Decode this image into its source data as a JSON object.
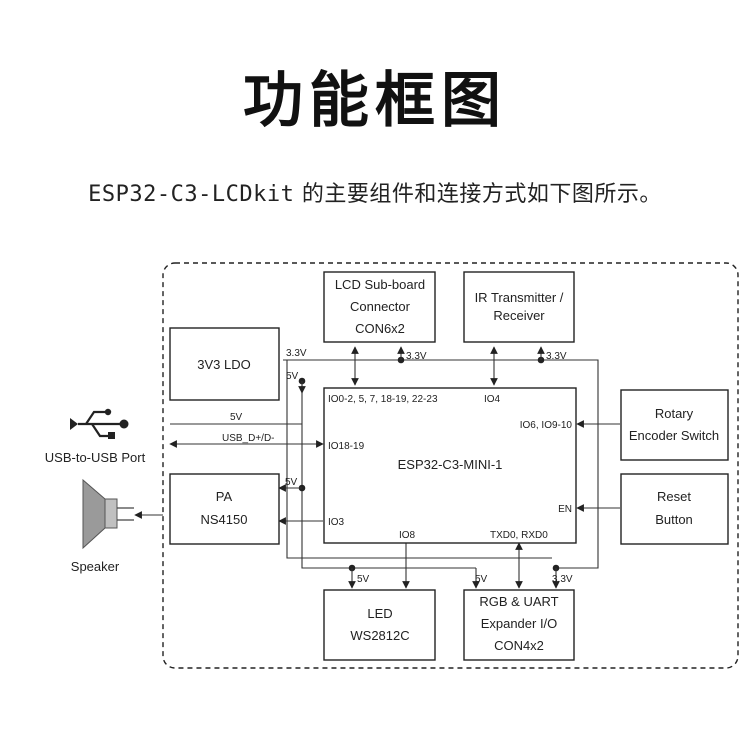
{
  "title": "功能框图",
  "subtitle": {
    "product": "ESP32-C3-LCDkit",
    "rest": " 的主要组件和连接方式如下图所示。"
  },
  "diagram": {
    "ldo": "3V3 LDO",
    "lcd": [
      "LCD Sub-board",
      "Connector",
      "CON6x2"
    ],
    "ir": [
      "IR Transmitter /",
      "Receiver"
    ],
    "mcu": "ESP32-C3-MINI-1",
    "rotary": [
      "Rotary",
      "Encoder Switch"
    ],
    "reset": [
      "Reset",
      "Button"
    ],
    "pa": [
      "PA",
      "NS4150"
    ],
    "led": [
      "LED",
      "WS2812C"
    ],
    "rgb": [
      "RGB & UART",
      "Expander I/O",
      "CON4x2"
    ],
    "usb_port": "USB-to-USB Port",
    "speaker": "Speaker",
    "pins": {
      "io_lcd": "IO0-2, 5, 7, 18-19, 22-23",
      "io4": "IO4",
      "io_rotary": "IO6, IO9-10",
      "io18_19": "IO18-19",
      "en": "EN",
      "io3": "IO3",
      "io8": "IO8",
      "txd_rxd": "TXD0, RXD0"
    },
    "nets": {
      "v33": "3.3V",
      "v5": "5V",
      "usb_data": "USB_D+/D-"
    }
  }
}
